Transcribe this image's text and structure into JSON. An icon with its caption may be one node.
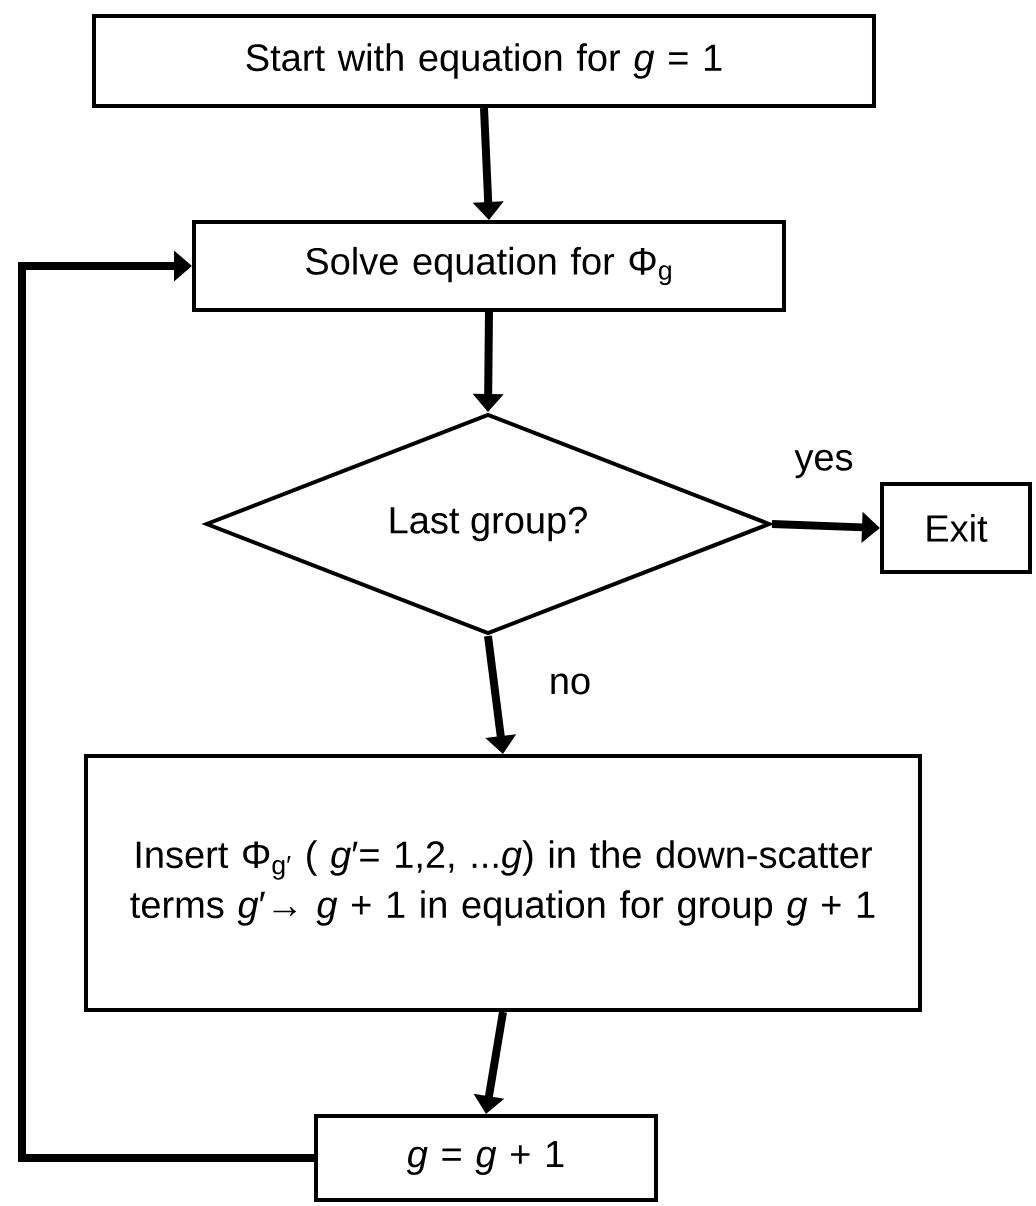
{
  "diagram": {
    "nodes": [
      {
        "text": [
          "Start with equation for *g* = 1"
        ]
      },
      {
        "text": [
          "Solve equation for Φ$_{g}$"
        ]
      },
      {
        "text": [
          "Last group?"
        ]
      },
      {
        "text": [
          "Exit"
        ]
      },
      {
        "text": [
          "Insert Φ$_{g′}$ ( *g*′= 1,2, ...*g*) in the down-scatter terms *g*′→ *g* + 1 in equation for group *g* + 1"
        ]
      },
      {
        "text": [
          "*g* = *g* + 1"
        ]
      }
    ],
    "edges": [
      {
        "from": 0,
        "to": 1,
        "arrow": "to"
      },
      {
        "from": 1,
        "to": 2,
        "arrow": "to"
      },
      {
        "from": 2,
        "to": 3,
        "arrow": "to",
        "label": "yes"
      },
      {
        "from": 2,
        "to": 4,
        "arrow": "to",
        "label": "no"
      },
      {
        "from": 4,
        "to": 5,
        "arrow": "to"
      },
      {
        "from": 5,
        "to": 1,
        "arrow": "to"
      }
    ]
  }
}
